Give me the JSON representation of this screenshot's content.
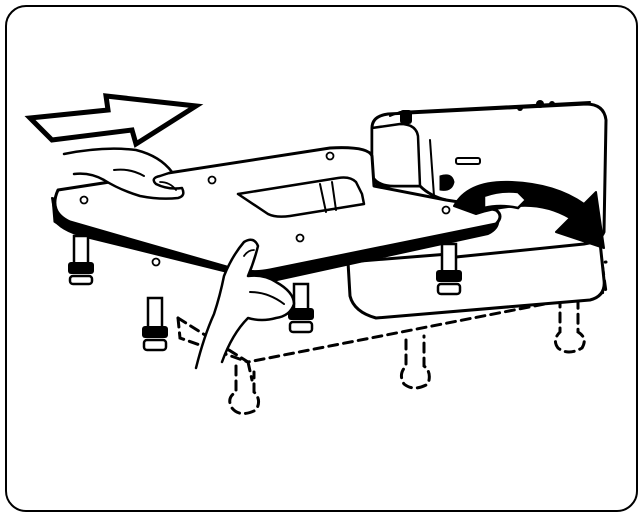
{
  "diagram": {
    "caption": "",
    "colors": {
      "ink": "#000000",
      "paper": "#ffffff"
    },
    "parts": [
      {
        "name": "extension-table",
        "icon": "table-board"
      },
      {
        "name": "sewing-machine",
        "icon": "machine-body"
      },
      {
        "name": "table-legs",
        "icon": "adjustable-leg"
      },
      {
        "name": "slide-direction-arrow",
        "icon": "outline-arrow-right"
      },
      {
        "name": "remove-accessory-arrow",
        "icon": "curved-arrow-down"
      },
      {
        "name": "hands",
        "icon": "hand"
      }
    ]
  }
}
